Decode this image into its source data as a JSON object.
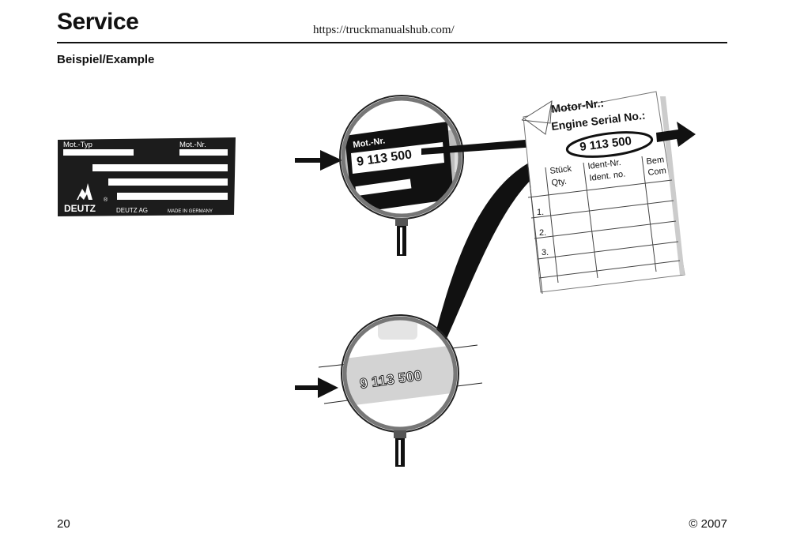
{
  "header": {
    "title": "Service",
    "url": "https://truckmanualshub.com/"
  },
  "section": {
    "label": "Beispiel/Example"
  },
  "nameplate": {
    "label_type": "Mot.-Typ",
    "label_number": "Mot.-Nr.",
    "brand": "DEUTZ",
    "registered": "®",
    "company": "DEUTZ AG",
    "made_in": "MADE IN GERMANY"
  },
  "magnifier_top": {
    "label": "Mot.-Nr.",
    "number": "9 113 500"
  },
  "magnifier_bottom": {
    "number": "9 113 500"
  },
  "form": {
    "motor_nr": "Motor-Nr.:",
    "engine_serial": "Engine Serial No.:",
    "serial_value": "9 113 500",
    "col1_line1": "Stück",
    "col1_line2": "Qty.",
    "col2_line1": "Ident-Nr.",
    "col2_line2": "Ident. no.",
    "col3_line1": "Bem",
    "col3_line2": "Com",
    "rows": [
      "1.",
      "2.",
      "3."
    ]
  },
  "footer": {
    "page_number": "20",
    "copyright": "© 2007"
  }
}
